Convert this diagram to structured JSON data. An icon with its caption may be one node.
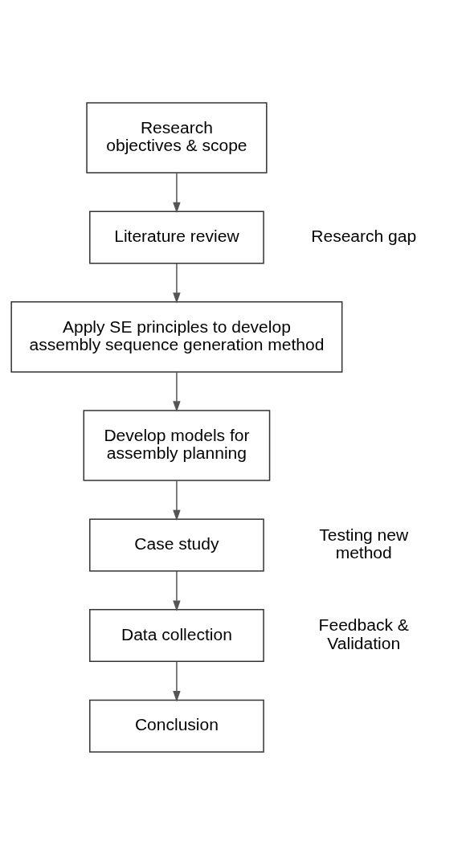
{
  "diagram": {
    "nodes": [
      {
        "text": [
          "Research objectives & scope"
        ]
      },
      {
        "text": [
          "Literature review"
        ],
        "beside": [
          "Research gap"
        ]
      },
      {
        "text": [
          "Apply SE principles to develop assembly sequence generation method"
        ]
      },
      {
        "text": [
          "Develop models for assembly planning"
        ]
      },
      {
        "text": [
          "Case study"
        ],
        "beside": [
          "Testing new method"
        ]
      },
      {
        "text": [
          "Data collection"
        ],
        "beside": [
          "Feedback & Validation"
        ]
      },
      {
        "text": [
          "Conclusion"
        ]
      }
    ],
    "edges": [
      {
        "from": 0,
        "to": 1,
        "arrow": "to"
      },
      {
        "from": 1,
        "to": 2,
        "arrow": "to"
      },
      {
        "from": 2,
        "to": 3,
        "arrow": "to"
      },
      {
        "from": 3,
        "to": 4,
        "arrow": "to"
      },
      {
        "from": 4,
        "to": 5,
        "arrow": "to"
      },
      {
        "from": 5,
        "to": 6,
        "arrow": "to"
      }
    ]
  }
}
